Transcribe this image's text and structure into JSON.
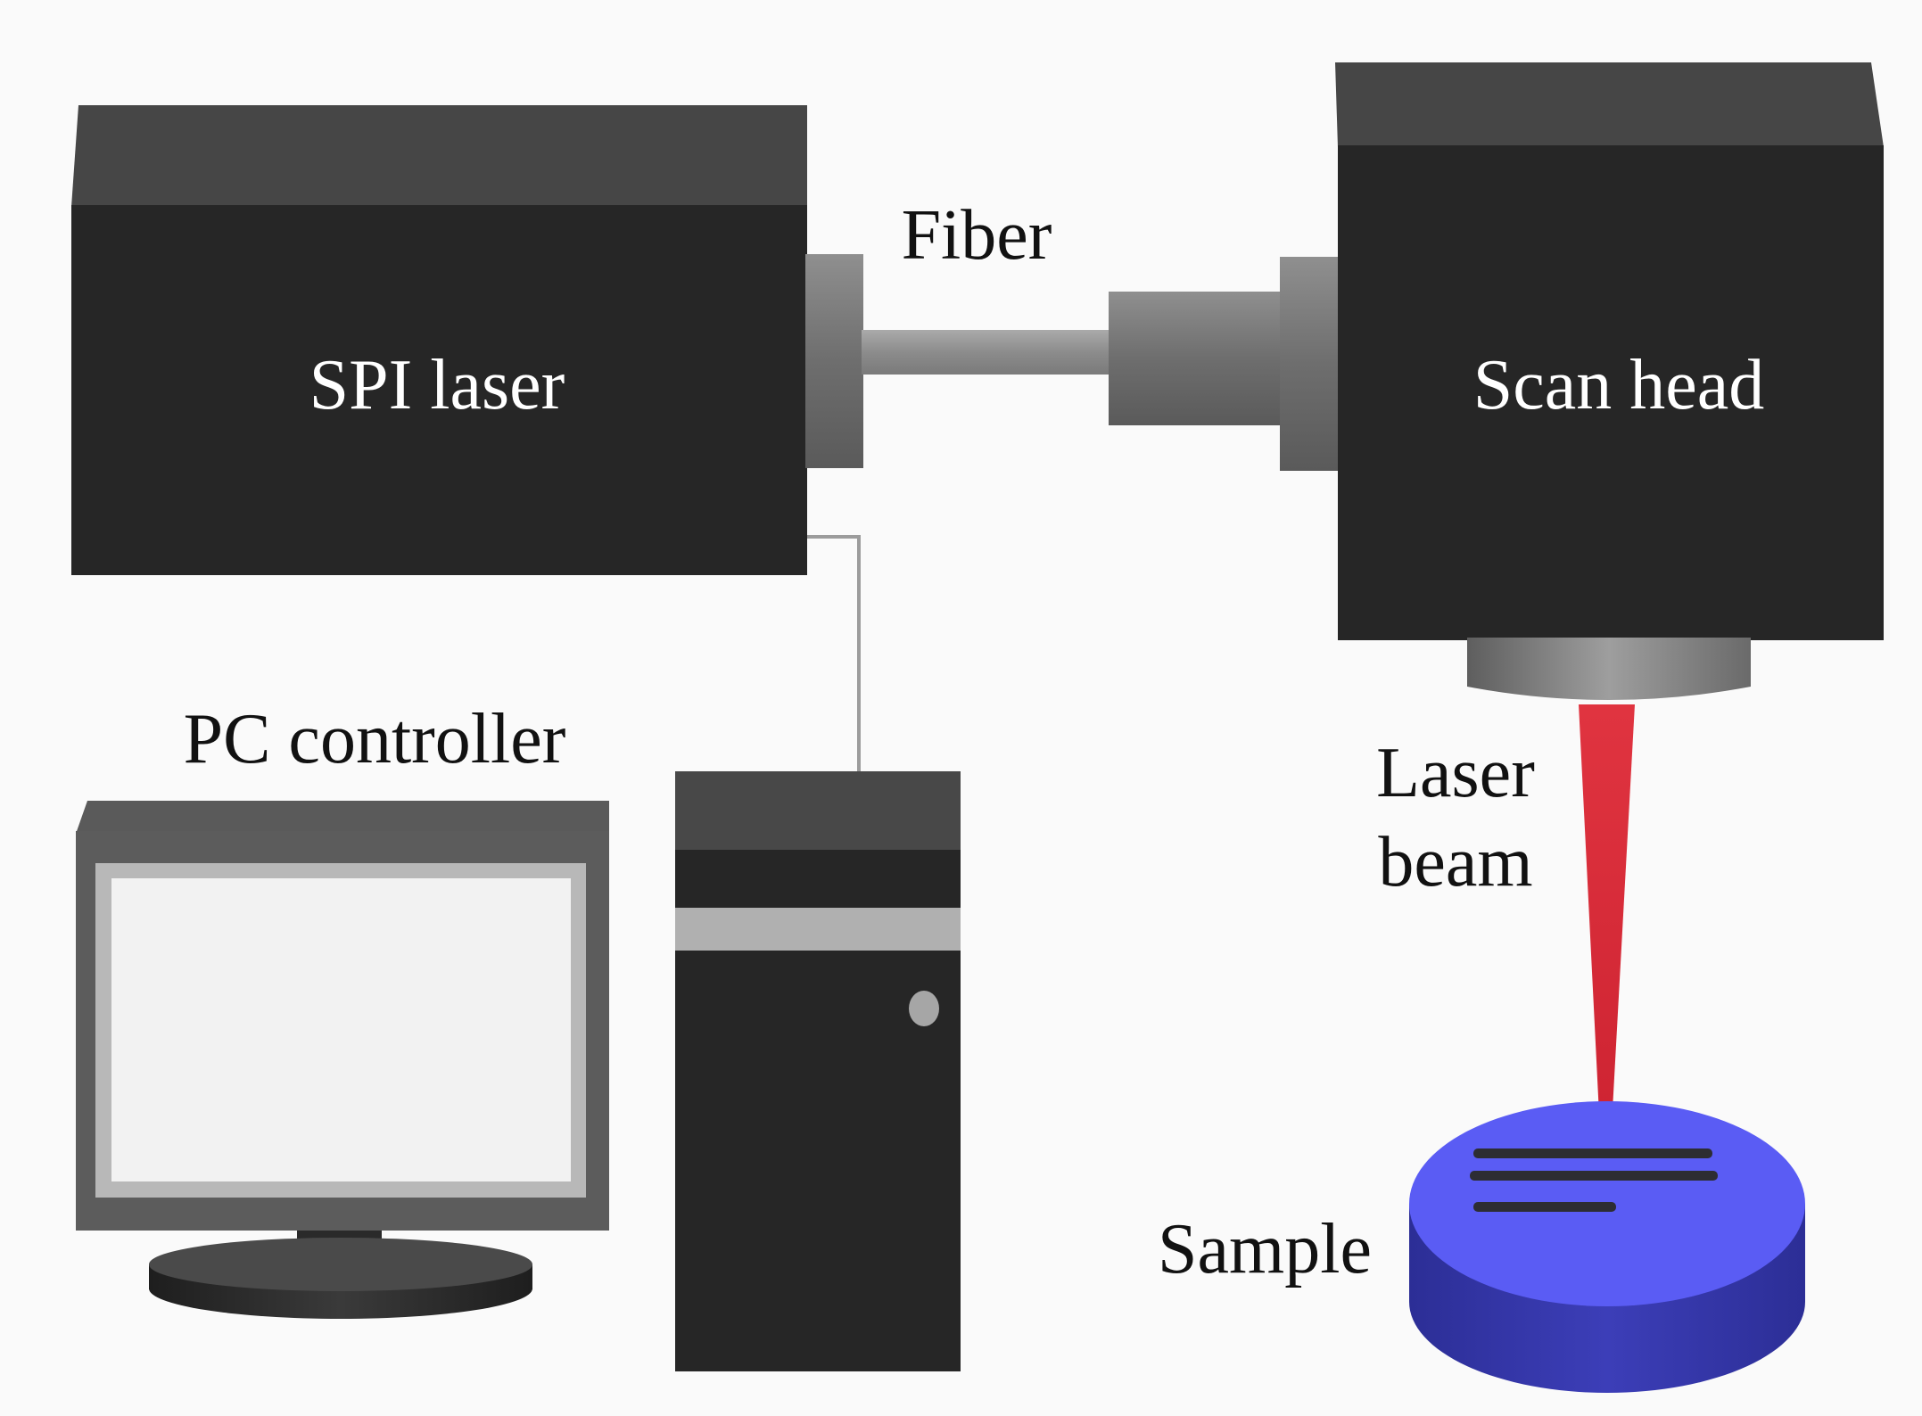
{
  "labels": {
    "laser": "SPI laser",
    "fiber": "Fiber",
    "scan_head": "Scan head",
    "pc_controller": "PC controller",
    "laser_beam_line1": "Laser",
    "laser_beam_line2": "beam",
    "sample": "Sample"
  },
  "colors": {
    "background": "#fafafa",
    "box_front": "#262626",
    "box_top": "#464646",
    "connector_gray": "#8a8a8a",
    "cable": "#9c9c9c",
    "beam_red": "#d8303a",
    "sample_top": "#5a5cf4",
    "sample_side": "#3536a8",
    "scan_track": "#2d2d33",
    "screen": "#f2f2f2",
    "text_light": "#ffffff",
    "text_dark": "#111111"
  }
}
